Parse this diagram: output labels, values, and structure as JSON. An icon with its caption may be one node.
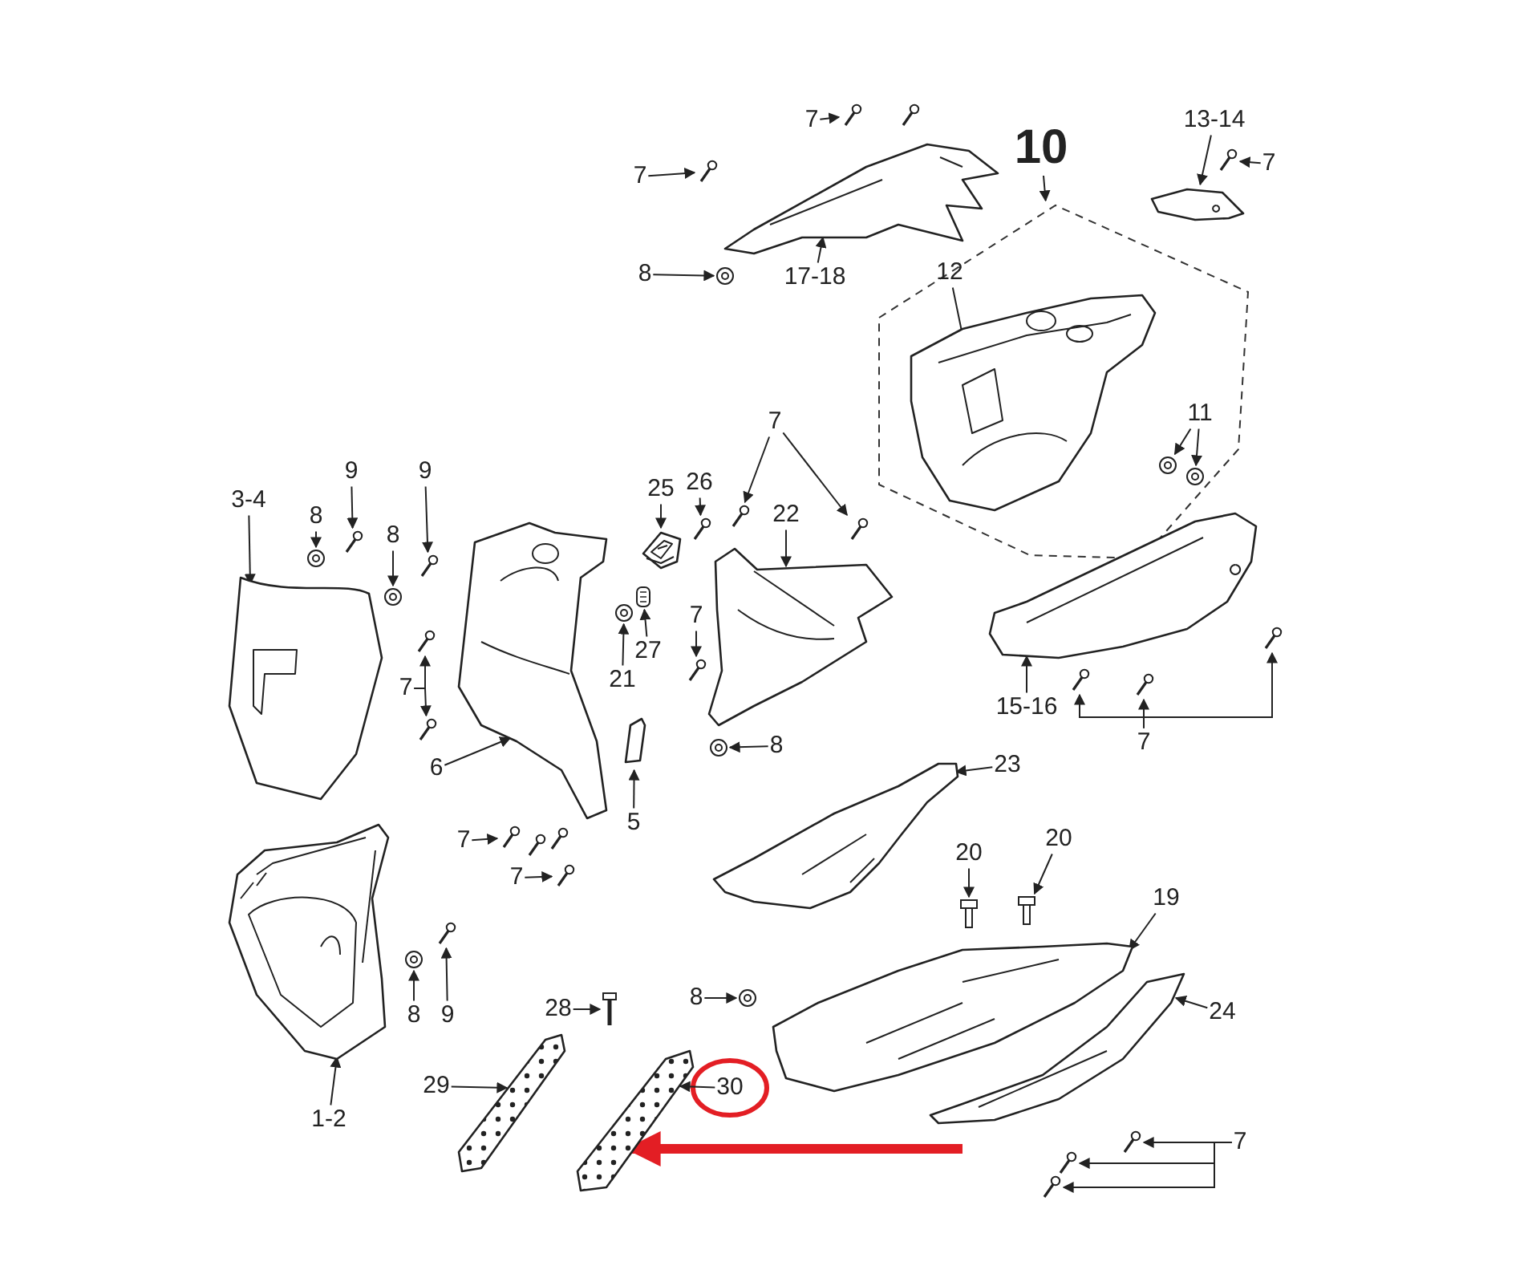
{
  "diagram": {
    "nodes": [
      {
        "text": [
          "7"
        ]
      },
      {
        "text": [],
        "shape": "picture"
      },
      {
        "text": [
          "7"
        ]
      },
      {
        "text": [],
        "shape": "picture"
      },
      {
        "text": [
          "8"
        ]
      },
      {
        "text": [],
        "shape": "picture"
      },
      {
        "text": [
          "17-18"
        ]
      },
      {
        "text": [],
        "shape": "picture"
      },
      {
        "text": [
          "10"
        ]
      },
      {
        "text": [],
        "shape": "box"
      },
      {
        "text": [
          "12"
        ],
        "in": 9
      },
      {
        "text": [],
        "shape": "picture",
        "in": 9
      },
      {
        "text": [
          "13-14"
        ]
      },
      {
        "text": [],
        "shape": "picture"
      },
      {
        "text": [
          "7"
        ]
      },
      {
        "text": [],
        "shape": "picture"
      },
      {
        "text": [
          "11"
        ],
        "in": 9
      },
      {
        "text": [],
        "shape": "picture",
        "in": 9
      },
      {
        "text": [],
        "shape": "picture",
        "in": 9
      },
      {
        "text": [
          "7"
        ]
      },
      {
        "text": [],
        "shape": "picture"
      },
      {
        "text": [],
        "shape": "picture"
      },
      {
        "text": [
          "22"
        ]
      },
      {
        "text": [],
        "shape": "picture"
      },
      {
        "text": [
          "25"
        ]
      },
      {
        "text": [],
        "shape": "picture"
      },
      {
        "text": [
          "26"
        ]
      },
      {
        "text": [],
        "shape": "picture"
      },
      {
        "text": [
          "3-4"
        ]
      },
      {
        "text": [],
        "shape": "picture"
      },
      {
        "text": [
          "8"
        ]
      },
      {
        "text": [],
        "shape": "picture"
      },
      {
        "text": [
          "9"
        ]
      },
      {
        "text": [],
        "shape": "picture"
      },
      {
        "text": [
          "8"
        ]
      },
      {
        "text": [],
        "shape": "picture"
      },
      {
        "text": [
          "9"
        ]
      },
      {
        "text": [],
        "shape": "picture"
      },
      {
        "text": [
          "7"
        ]
      },
      {
        "text": [],
        "shape": "picture"
      },
      {
        "text": [],
        "shape": "picture"
      },
      {
        "text": [
          "6"
        ]
      },
      {
        "text": [],
        "shape": "picture"
      },
      {
        "text": [
          "21"
        ]
      },
      {
        "text": [],
        "shape": "picture"
      },
      {
        "text": [
          "27"
        ]
      },
      {
        "text": [],
        "shape": "picture"
      },
      {
        "text": [
          "5"
        ]
      },
      {
        "text": [],
        "shape": "picture"
      },
      {
        "text": [
          "7"
        ]
      },
      {
        "text": [],
        "shape": "picture"
      },
      {
        "text": [
          "8"
        ]
      },
      {
        "text": [],
        "shape": "picture"
      },
      {
        "text": [
          "15-16"
        ]
      },
      {
        "text": [],
        "shape": "picture"
      },
      {
        "text": [
          "7"
        ]
      },
      {
        "text": [],
        "shape": "picture"
      },
      {
        "text": [],
        "shape": "picture"
      },
      {
        "text": [],
        "shape": "picture"
      },
      {
        "text": [
          "23"
        ]
      },
      {
        "text": [],
        "shape": "picture"
      },
      {
        "text": [
          "7"
        ]
      },
      {
        "text": [],
        "shape": "picture"
      },
      {
        "text": [
          "7"
        ]
      },
      {
        "text": [],
        "shape": "picture"
      },
      {
        "text": [
          "20"
        ]
      },
      {
        "text": [],
        "shape": "picture"
      },
      {
        "text": [
          "20"
        ]
      },
      {
        "text": [],
        "shape": "picture"
      },
      {
        "text": [
          "19"
        ]
      },
      {
        "text": [],
        "shape": "picture"
      },
      {
        "text": [
          "1-2"
        ]
      },
      {
        "text": [],
        "shape": "picture"
      },
      {
        "text": [
          "8"
        ]
      },
      {
        "text": [],
        "shape": "picture"
      },
      {
        "text": [
          "9"
        ]
      },
      {
        "text": [],
        "shape": "picture"
      },
      {
        "text": [
          "28"
        ]
      },
      {
        "text": [],
        "shape": "picture"
      },
      {
        "text": [
          "8"
        ]
      },
      {
        "text": [],
        "shape": "picture"
      },
      {
        "text": [
          "24"
        ]
      },
      {
        "text": [],
        "shape": "picture"
      },
      {
        "text": [
          "29"
        ]
      },
      {
        "text": [],
        "shape": "picture"
      },
      {
        "text": [
          "30"
        ]
      },
      {
        "text": [],
        "shape": "picture"
      },
      {
        "text": [
          "7"
        ]
      },
      {
        "text": [],
        "shape": "picture"
      },
      {
        "text": [],
        "shape": "picture"
      },
      {
        "text": [],
        "shape": "picture"
      }
    ],
    "edges": [
      {
        "from": 0,
        "to": 1,
        "arrow": "to"
      },
      {
        "from": 2,
        "to": 3,
        "arrow": "to"
      },
      {
        "from": 4,
        "to": 5,
        "arrow": "to"
      },
      {
        "from": 6,
        "to": 7,
        "arrow": "to"
      },
      {
        "from": 8,
        "to": 9,
        "arrow": "to"
      },
      {
        "from": 10,
        "to": 11,
        "arrow": "none"
      },
      {
        "from": 12,
        "to": 13,
        "arrow": "to"
      },
      {
        "from": 14,
        "to": 15,
        "arrow": "to"
      },
      {
        "from": 16,
        "to": 17,
        "arrow": "to"
      },
      {
        "from": 16,
        "to": 18,
        "arrow": "to"
      },
      {
        "from": 19,
        "to": 20,
        "arrow": "to"
      },
      {
        "from": 19,
        "to": 21,
        "arrow": "to"
      },
      {
        "from": 22,
        "to": 23,
        "arrow": "to"
      },
      {
        "from": 24,
        "to": 25,
        "arrow": "to"
      },
      {
        "from": 26,
        "to": 27,
        "arrow": "to"
      },
      {
        "from": 28,
        "to": 29,
        "arrow": "to"
      },
      {
        "from": 30,
        "to": 31,
        "arrow": "to"
      },
      {
        "from": 32,
        "to": 33,
        "arrow": "to"
      },
      {
        "from": 34,
        "to": 35,
        "arrow": "to"
      },
      {
        "from": 36,
        "to": 37,
        "arrow": "to"
      },
      {
        "from": 38,
        "to": 39,
        "arrow": "to"
      },
      {
        "from": 38,
        "to": 40,
        "arrow": "to"
      },
      {
        "from": 41,
        "to": 42,
        "arrow": "to"
      },
      {
        "from": 43,
        "to": 44,
        "arrow": "to"
      },
      {
        "from": 45,
        "to": 46,
        "arrow": "to"
      },
      {
        "from": 47,
        "to": 48,
        "arrow": "to"
      },
      {
        "from": 49,
        "to": 50,
        "arrow": "to"
      },
      {
        "from": 51,
        "to": 52,
        "arrow": "to"
      },
      {
        "from": 53,
        "to": 54,
        "arrow": "to"
      },
      {
        "from": 55,
        "to": 56,
        "arrow": "to"
      },
      {
        "from": 55,
        "to": 57,
        "arrow": "to"
      },
      {
        "from": 55,
        "to": 58,
        "arrow": "to"
      },
      {
        "from": 59,
        "to": 60,
        "arrow": "to"
      },
      {
        "from": 61,
        "to": 62,
        "arrow": "to"
      },
      {
        "from": 63,
        "to": 64,
        "arrow": "to"
      },
      {
        "from": 65,
        "to": 66,
        "arrow": "to"
      },
      {
        "from": 67,
        "to": 68,
        "arrow": "to"
      },
      {
        "from": 69,
        "to": 70,
        "arrow": "to"
      },
      {
        "from": 71,
        "to": 72,
        "arrow": "to"
      },
      {
        "from": 73,
        "to": 74,
        "arrow": "to"
      },
      {
        "from": 75,
        "to": 76,
        "arrow": "to"
      },
      {
        "from": 77,
        "to": 78,
        "arrow": "to"
      },
      {
        "from": 79,
        "to": 80,
        "arrow": "to"
      },
      {
        "from": 81,
        "to": 82,
        "arrow": "to"
      },
      {
        "from": 83,
        "to": 84,
        "arrow": "to"
      },
      {
        "from": 85,
        "to": 86,
        "arrow": "to"
      },
      {
        "from": 87,
        "to": 88,
        "arrow": "to"
      },
      {
        "from": 87,
        "to": 89,
        "arrow": "to"
      },
      {
        "from": 87,
        "to": 90,
        "arrow": "to"
      },
      {
        "from": null,
        "to": 86,
        "arrow": "to",
        "style": "thick",
        "color": "#e31e24"
      }
    ]
  }
}
